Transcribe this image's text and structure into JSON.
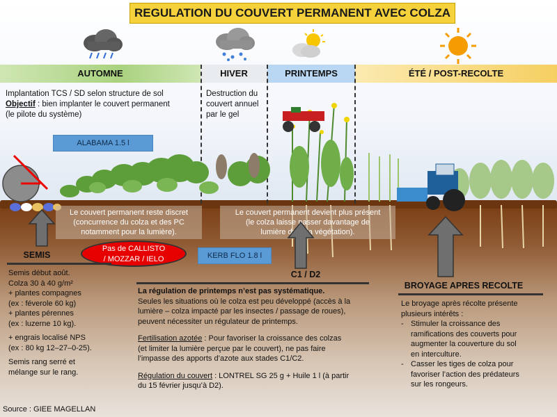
{
  "title": "REGULATION DU COUVERT PERMANENT AVEC COLZA",
  "seasons": {
    "autumn": "AUTOMNE",
    "winter": "HIVER",
    "spring": "PRINTEMPS",
    "summer": "ÉTÉ / POST-RECOLTE"
  },
  "autumn_text": {
    "line1": "Implantation TCS / SD selon structure de sol",
    "objective_label": "Objectif",
    "objective_text": " : bien implanter le couvert permanent",
    "line3": "(le pilote du système)"
  },
  "winter_text": {
    "line1": "Destruction du",
    "line2": "couvert annuel",
    "line3": "par le gel"
  },
  "treatments": {
    "alabama": "ALABAMA 1.5 l",
    "kerb": "KERB FLO 1.8 l",
    "no_callisto_line1": "Pas de CALLISTO",
    "no_callisto_line2": "/ MOZZAR / IELO"
  },
  "notes": {
    "discrete_1": "Le couvert permanent reste discret",
    "discrete_2": "(concurrence du colza et des PC",
    "discrete_3": "notamment pour la lumière).",
    "present_1": "Le couvert permanent devient plus présent",
    "present_2": "(le colza laisse passer davantage de",
    "present_3": "lumière dans la végétation)."
  },
  "semis": {
    "label": "SEMIS",
    "l1": "Semis début août.",
    "l2": "Colza 30 à 40 g/m²",
    "l3": "+ plantes compagnes",
    "l4": "(ex : féverole 60 kg)",
    "l5": "+ plantes pérennes",
    "l6": "(ex : luzerne 10 kg).",
    "l7": "+ engrais localisé NPS",
    "l8": "(ex : 80 kg 12–27–0-25).",
    "l9": "Semis rang serré et",
    "l10": "mélange sur le rang."
  },
  "c1d2": {
    "label": "C1 / D2",
    "heading": "La régulation de printemps n’est pas systématique.",
    "p1_1": "Seules les situations où le colza est peu développé (accès à la",
    "p1_2": "lumière – colza impacté par les insectes / passage de roues),",
    "p1_3": "peuvent nécessiter un régulateur de printemps.",
    "fert_label": "Fertilisation azotée",
    "fert_1": " : Pour favoriser la croissance des colzas",
    "fert_2": "(et limiter la lumière perçue par le couvert), ne pas faire",
    "fert_3": "l’impasse des apports d’azote aux stades C1/C2.",
    "reg_label": "Régulation du couvert",
    "reg_1": " : LONTREL SG 25 g + Huile 1 l (à partir",
    "reg_2": "du  15 février jusqu’à D2)."
  },
  "broyage": {
    "label": "BROYAGE APRES RECOLTE",
    "intro_1": "Le broyage après récolte présente",
    "intro_2": "plusieurs intérêts :",
    "b1_1": "Stimuler la croissance des",
    "b1_2": "ramifications des couverts pour",
    "b1_3": "augmenter la couverture du sol",
    "b1_4": "en interculture.",
    "b2_1": "Casser les tiges de colza pour",
    "b2_2": "favoriser l’action des prédateurs",
    "b2_3": "sur les rongeurs."
  },
  "source": "Source : GIEE MAGELLAN",
  "icons": [
    "rain-cloud-icon",
    "snow-cloud-icon",
    "sun-cloud-icon",
    "sun-icon",
    "seed-drill-disc-icon",
    "sprayer-icon",
    "tractor-mower-icon"
  ],
  "colors": {
    "title_bg": "#f5d23b",
    "autumn": "#a9d27f",
    "winter": "#e9ecef",
    "spring": "#b9d7f3",
    "summer": "#f6cf62",
    "blue_box": "#5b9bd5",
    "red": "#e60000",
    "soil": "#7a3e14"
  }
}
